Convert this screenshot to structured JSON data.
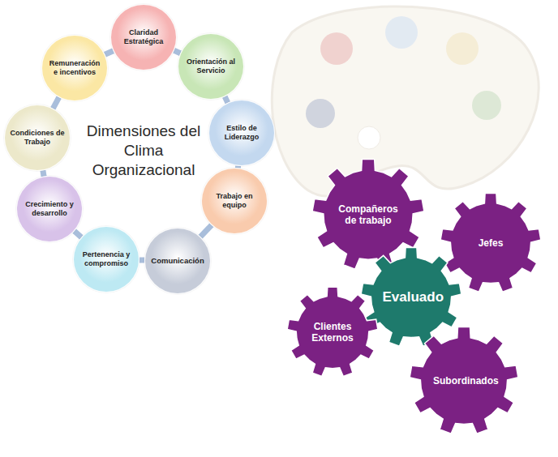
{
  "diagram": {
    "title": "Dimensiones del Clima Organizacional",
    "nodes": [
      {
        "text": [
          "Claridad Estratégica"
        ]
      },
      {
        "text": [
          "Orientación al Servicio"
        ]
      },
      {
        "text": [
          "Estilo de Liderazgo"
        ]
      },
      {
        "text": [
          "Trabajo en equipo"
        ]
      },
      {
        "text": [
          "Comunicación"
        ]
      },
      {
        "text": [
          "Pertenencia y compromiso"
        ]
      },
      {
        "text": [
          "Crecimiento y desarrollo"
        ]
      },
      {
        "text": [
          "Condiciones de Trabajo"
        ]
      },
      {
        "text": [
          "Remuneración e incentivos"
        ]
      },
      {
        "text": [
          "Compañeros de trabajo"
        ]
      },
      {
        "text": [
          "Jefes"
        ]
      },
      {
        "text": [
          "Evaluado"
        ]
      },
      {
        "text": [
          "Clientes Externos"
        ]
      },
      {
        "text": [
          "Subordinados"
        ]
      }
    ],
    "edges": [
      {
        "from": 0,
        "to": 1,
        "arrow": "none"
      },
      {
        "from": 1,
        "to": 2,
        "arrow": "none"
      },
      {
        "from": 2,
        "to": 3,
        "arrow": "none"
      },
      {
        "from": 3,
        "to": 4,
        "arrow": "none"
      },
      {
        "from": 4,
        "to": 5,
        "arrow": "none"
      },
      {
        "from": 5,
        "to": 6,
        "arrow": "none"
      },
      {
        "from": 6,
        "to": 7,
        "arrow": "none"
      },
      {
        "from": 7,
        "to": 8,
        "arrow": "none"
      },
      {
        "from": 8,
        "to": 0,
        "arrow": "none"
      }
    ]
  }
}
